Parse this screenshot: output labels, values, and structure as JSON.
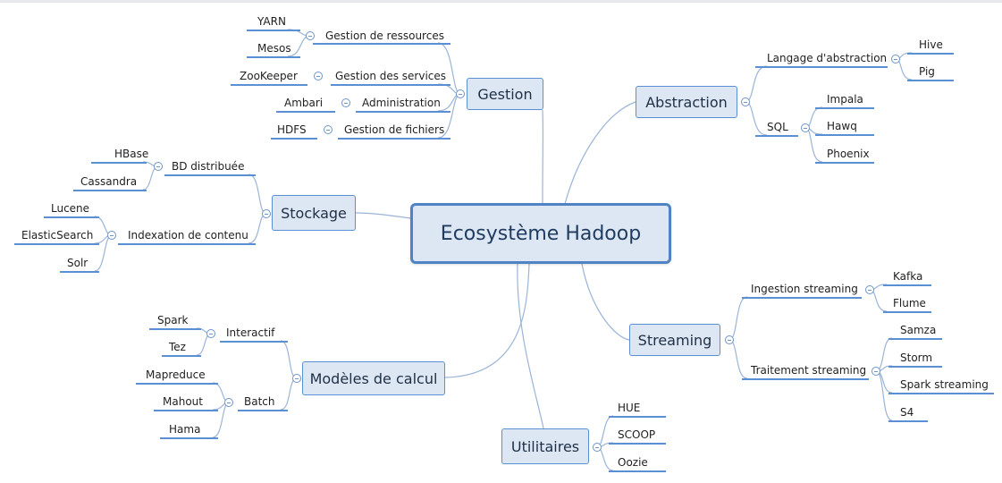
{
  "central": "Ecosystème Hadoop",
  "branches": [
    {
      "label": "Gestion",
      "children": [
        {
          "label": "Gestion de ressources",
          "children": [
            "YARN",
            "Mesos"
          ]
        },
        {
          "label": "Gestion des services",
          "children": [
            "ZooKeeper"
          ]
        },
        {
          "label": "Administration",
          "children": [
            "Ambari"
          ]
        },
        {
          "label": "Gestion de fichiers",
          "children": [
            "HDFS"
          ]
        }
      ]
    },
    {
      "label": "Abstraction",
      "children": [
        {
          "label": "Langage d'abstraction",
          "children": [
            "Hive",
            "Pig"
          ]
        },
        {
          "label": "SQL",
          "children": [
            "Impala",
            "Hawq",
            "Phoenix"
          ]
        }
      ]
    },
    {
      "label": "Stockage",
      "children": [
        {
          "label": "BD distribuée",
          "children": [
            "HBase",
            "Cassandra"
          ]
        },
        {
          "label": "Indexation de contenu",
          "children": [
            "Lucene",
            "ElasticSearch",
            "Solr"
          ]
        }
      ]
    },
    {
      "label": "Streaming",
      "children": [
        {
          "label": "Ingestion streaming",
          "children": [
            "Kafka",
            "Flume"
          ]
        },
        {
          "label": "Traitement streaming",
          "children": [
            "Samza",
            "Storm",
            "Spark streaming",
            "S4"
          ]
        }
      ]
    },
    {
      "label": "Modèles de calcul",
      "children": [
        {
          "label": "Interactif",
          "children": [
            "Spark",
            "Tez"
          ]
        },
        {
          "label": "Batch",
          "children": [
            "Mapreduce",
            "Mahout",
            "Hama"
          ]
        }
      ]
    },
    {
      "label": "Utilitaires",
      "children": [
        "HUE",
        "SCOOP",
        "Oozie"
      ]
    }
  ]
}
